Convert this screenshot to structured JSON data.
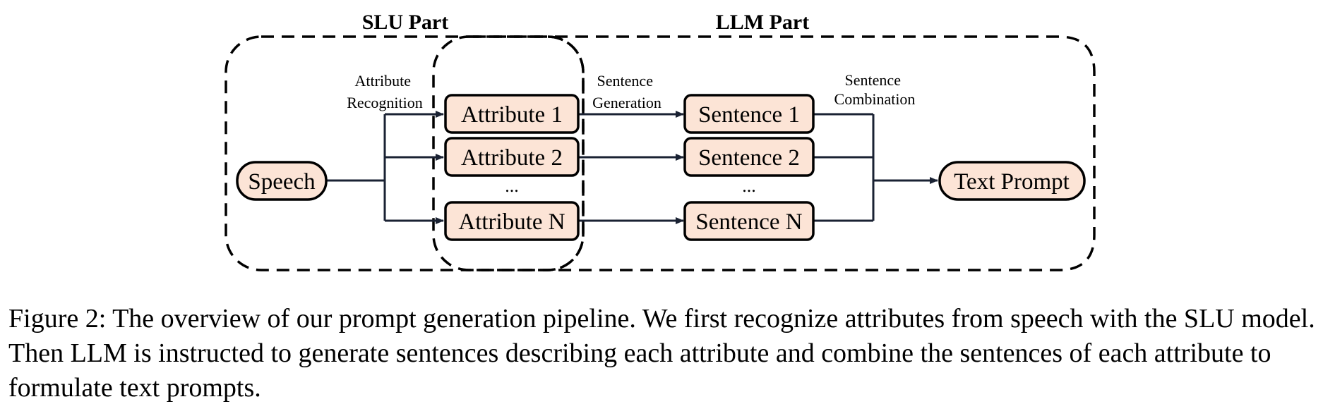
{
  "regions": {
    "slu_title": "SLU Part",
    "llm_title": "LLM Part"
  },
  "nodes": {
    "speech": "Speech",
    "attribute_1": "Attribute 1",
    "attribute_2": "Attribute 2",
    "attribute_n": "Attribute N",
    "attribute_ellipsis": "...",
    "sentence_1": "Sentence 1",
    "sentence_2": "Sentence 2",
    "sentence_n": "Sentence N",
    "sentence_ellipsis": "...",
    "text_prompt": "Text Prompt"
  },
  "flow_labels": {
    "attribute_recognition": [
      "Attribute",
      "Recognition"
    ],
    "sentence_generation": [
      "Sentence",
      "Generation"
    ],
    "sentence_combination": [
      "Sentence",
      "Combination"
    ]
  },
  "caption": "Figure 2: The overview of our prompt generation pipeline. We first recognize attributes from speech with the SLU model. Then LLM is instructed to generate sentences describing each attribute and combine the sentences of each attribute to formulate text prompts."
}
